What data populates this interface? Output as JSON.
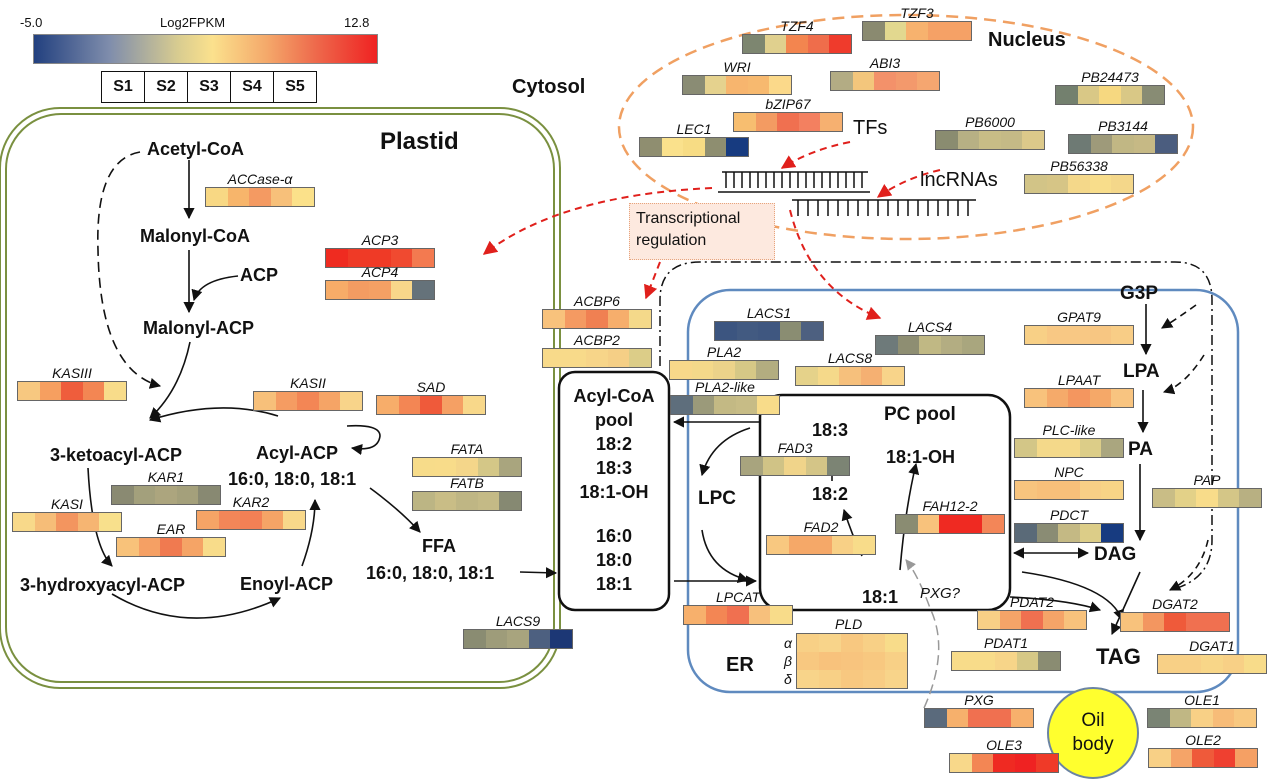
{
  "legend": {
    "min_label": "-5.0",
    "title": "Log2FPKM",
    "max_label": "12.8",
    "samples": [
      "S1",
      "S2",
      "S3",
      "S4",
      "S5"
    ]
  },
  "compartments": {
    "plastid": "Plastid",
    "nucleus": "Nucleus",
    "cytosol": "Cytosol",
    "er": "ER"
  },
  "annotations": {
    "tfs": "TFs",
    "lncrnas": "lncRNAs",
    "transcriptional_regulation": [
      "Transcriptional",
      "regulation"
    ],
    "pxg_q": "PXG?"
  },
  "oil_body": [
    "Oil",
    "body"
  ],
  "metabolites": {
    "acetyl_coa": "Acetyl-CoA",
    "malonyl_coa": "Malonyl-CoA",
    "acp": "ACP",
    "malonyl_acp": "Malonyl-ACP",
    "ketoacyl_acp": "3-ketoacyl-ACP",
    "acyl_acp": "Acyl-ACP",
    "acyl_acp_species": "16:0, 18:0, 18:1",
    "hydroxyacyl_acp": "3-hydroxyacyl-ACP",
    "enoyl_acp": "Enoyl-ACP",
    "ffa": "FFA",
    "ffa_species": "16:0, 18:0, 18:1",
    "acyl_coa_pool": [
      "Acyl-CoA",
      "pool",
      "18:2",
      "18:3",
      "18:1-OH",
      "",
      "16:0",
      "18:0",
      "18:1"
    ],
    "pc_pool": "PC pool",
    "pc_183": "18:3",
    "pc_182": "18:2",
    "pc_181oh": "18:1-OH",
    "pc_181": "18:1",
    "lpc": "LPC",
    "g3p": "G3P",
    "lpa": "LPA",
    "pa": "PA",
    "dag": "DAG",
    "tag": "TAG"
  },
  "colors": {
    "plastid": "#7a9040",
    "nucleus": "#f0a062",
    "er": "#5f8abf",
    "arrow_red": "#e0201c"
  },
  "genes": [
    {
      "name": "TZF4",
      "colors": [
        "#7d8670",
        "#e0d08e",
        "#f3854f",
        "#ef6d4b",
        "#ef3b2c"
      ]
    },
    {
      "name": "TZF3",
      "colors": [
        "#8a8a70",
        "#e2d88f",
        "#f7b26e",
        "#f5a166",
        "#f5a166"
      ]
    },
    {
      "name": "WRI",
      "colors": [
        "#8a8c74",
        "#e5d28e",
        "#f7b56e",
        "#f7b96f",
        "#fbd98a"
      ]
    },
    {
      "name": "ABI3",
      "colors": [
        "#b3ac84",
        "#f3c67c",
        "#f3916a",
        "#f3996c",
        "#f5a670"
      ]
    },
    {
      "name": "PB24473",
      "colors": [
        "#73806e",
        "#d9c886",
        "#f6d880",
        "#d9c886",
        "#888c74"
      ]
    },
    {
      "name": "bZIP67",
      "colors": [
        "#f7be70",
        "#f39b62",
        "#f07050",
        "#f38060",
        "#f6b070"
      ]
    },
    {
      "name": "LEC1",
      "colors": [
        "#8f8e70",
        "#fae18c",
        "#f7dc84",
        "#8e8e70",
        "#173b80"
      ]
    },
    {
      "name": "PB6000",
      "colors": [
        "#8a8c70",
        "#b7b084",
        "#c8bd86",
        "#c5ba86",
        "#dcc98a"
      ]
    },
    {
      "name": "PB3144",
      "colors": [
        "#6e7a74",
        "#9e9a7a",
        "#c1b784",
        "#c6b985",
        "#4b5d7f"
      ]
    },
    {
      "name": "PB56338",
      "colors": [
        "#d2c487",
        "#d6c586",
        "#f4d88a",
        "#f8dd8b",
        "#f4d78a"
      ]
    },
    {
      "name": "ACCase-α",
      "colors": [
        "#f8d884",
        "#f7b56b",
        "#f49a62",
        "#f7c07a",
        "#fbe18a"
      ]
    },
    {
      "name": "ACP3",
      "colors": [
        "#ef2b20",
        "#ef3a26",
        "#ef3a26",
        "#f04a30",
        "#f37a50"
      ]
    },
    {
      "name": "ACP4",
      "colors": [
        "#f7ac68",
        "#f39c62",
        "#f4a064",
        "#f8d78a",
        "#65727a"
      ]
    },
    {
      "name": "KASIII",
      "colors": [
        "#f7c880",
        "#f69f60",
        "#ef5d3c",
        "#f38653",
        "#f8dc8a"
      ]
    },
    {
      "name": "KASII",
      "colors": [
        "#f7c07a",
        "#f59c62",
        "#f38655",
        "#f5a466",
        "#f8d48a"
      ]
    },
    {
      "name": "SAD",
      "colors": [
        "#f7ad6a",
        "#f38654",
        "#ef5a3a",
        "#f5a064",
        "#f8d88a"
      ]
    },
    {
      "name": "KAR1",
      "colors": [
        "#8a8a72",
        "#a3a07c",
        "#aca57e",
        "#a4a07b",
        "#888972"
      ]
    },
    {
      "name": "FATA",
      "colors": [
        "#f7dc8a",
        "#f8dc8a",
        "#f4d68a",
        "#d4c787",
        "#a9a57e"
      ]
    },
    {
      "name": "FATB",
      "colors": [
        "#bcb584",
        "#c9bd86",
        "#bfb684",
        "#c4ba86",
        "#868972"
      ]
    },
    {
      "name": "KASI",
      "colors": [
        "#f8d98a",
        "#f6bd78",
        "#f3955f",
        "#f6b572",
        "#f8e08c"
      ]
    },
    {
      "name": "KAR2",
      "colors": [
        "#f6a466",
        "#f38658",
        "#f38055",
        "#f5a466",
        "#f8d88a"
      ]
    },
    {
      "name": "EAR",
      "colors": [
        "#f8c27a",
        "#f5a064",
        "#f07a50",
        "#f5a466",
        "#f8dc8a"
      ]
    },
    {
      "name": "ACBP6",
      "colors": [
        "#f8c27c",
        "#f49a62",
        "#f08052",
        "#f6ae6c",
        "#f4d98a"
      ]
    },
    {
      "name": "ACBP2",
      "colors": [
        "#f8da8a",
        "#f8da8a",
        "#f7d589",
        "#f5cf86",
        "#dccd88"
      ]
    },
    {
      "name": "LACS1",
      "colors": [
        "#3c5580",
        "#425a81",
        "#3f5780",
        "#8a8d72",
        "#4d6080"
      ]
    },
    {
      "name": "LACS4",
      "colors": [
        "#6e7a7a",
        "#8e8e72",
        "#c0b884",
        "#b3ad82",
        "#a9a67e"
      ]
    },
    {
      "name": "GPAT9",
      "colors": [
        "#f8d086",
        "#f8c884",
        "#f8c884",
        "#f7c682",
        "#f8cd86"
      ]
    },
    {
      "name": "PLA2",
      "colors": [
        "#f8d88a",
        "#f4d98a",
        "#ecd38a",
        "#d6c886",
        "#b3ad80"
      ]
    },
    {
      "name": "LACS8",
      "colors": [
        "#e5d28a",
        "#f5d98a",
        "#f6c07c",
        "#f5b072",
        "#f8d48a"
      ]
    },
    {
      "name": "PLA2-like",
      "colors": [
        "#5e6e7c",
        "#9b9a7a",
        "#c3b984",
        "#c7bc86",
        "#f8dc8a"
      ]
    },
    {
      "name": "LPAAT",
      "colors": [
        "#f8c27c",
        "#f5aa6a",
        "#f4965f",
        "#f5a868",
        "#f8c480"
      ]
    },
    {
      "name": "FAD3",
      "colors": [
        "#a8a47e",
        "#d0c386",
        "#f0d48a",
        "#d4c587",
        "#7c8474"
      ]
    },
    {
      "name": "PLC-like",
      "colors": [
        "#d3c687",
        "#f4d98a",
        "#f4d98a",
        "#dccd88",
        "#aaa67f"
      ]
    },
    {
      "name": "NPC",
      "colors": [
        "#f7c47e",
        "#f7bf7a",
        "#f7bf7a",
        "#f8d086",
        "#f8d486"
      ]
    },
    {
      "name": "PAP",
      "colors": [
        "#c9bd86",
        "#e3d188",
        "#f8dc8a",
        "#d4c687",
        "#b8b082"
      ]
    },
    {
      "name": "FAD2",
      "colors": [
        "#f8c880",
        "#f5a868",
        "#f5a868",
        "#f8d086",
        "#f8dc8a"
      ]
    },
    {
      "name": "FAH12-2",
      "colors": [
        "#8a8c72",
        "#f8c27c",
        "#ef2a22",
        "#ef2a22",
        "#f38658"
      ]
    },
    {
      "name": "PDCT",
      "colors": [
        "#5a6a78",
        "#8a8c74",
        "#c4b984",
        "#dccd88",
        "#173b80"
      ]
    },
    {
      "name": "LPCAT",
      "colors": [
        "#f7b06c",
        "#f38654",
        "#f07050",
        "#f7c07c",
        "#f8dc8a"
      ]
    },
    {
      "name": "PDAT2",
      "colors": [
        "#f8d086",
        "#f5a468",
        "#f07050",
        "#f5a468",
        "#f8c27c"
      ]
    },
    {
      "name": "DGAT2",
      "colors": [
        "#f8c27c",
        "#f39660",
        "#ef5a3a",
        "#f07050",
        "#f07050"
      ]
    },
    {
      "name": "LACS9",
      "colors": [
        "#8a8c72",
        "#9e9c7a",
        "#a8a47e",
        "#4d6080",
        "#1c3775"
      ]
    },
    {
      "name": "PDAT1",
      "colors": [
        "#f8dc8a",
        "#f8dc8a",
        "#f7d589",
        "#d6c886",
        "#8a8c72"
      ]
    },
    {
      "name": "DGAT1",
      "colors": [
        "#f8d086",
        "#f8d086",
        "#f8d688",
        "#f8d086",
        "#f8dc8a"
      ]
    },
    {
      "name": "PXG",
      "colors": [
        "#5a6a7c",
        "#f6b06c",
        "#f07050",
        "#f07050",
        "#f7b06c"
      ]
    },
    {
      "name": "OLE1",
      "colors": [
        "#7a8474",
        "#c0b784",
        "#f8d086",
        "#f7bc78",
        "#f8c880"
      ]
    },
    {
      "name": "OLE3",
      "colors": [
        "#f8d88a",
        "#f38654",
        "#ef2a22",
        "#ef2222",
        "#ef3a28"
      ]
    },
    {
      "name": "OLE2",
      "colors": [
        "#f8d086",
        "#f5a468",
        "#ef5a3a",
        "#ef4030",
        "#f5a064"
      ]
    }
  ],
  "pld": {
    "name": "PLD",
    "row_labels": [
      "α",
      "β",
      "δ"
    ],
    "rows": [
      [
        "#f8d086",
        "#f8d48a",
        "#f8c880",
        "#f8d086",
        "#f8dc8a"
      ],
      [
        "#f8c880",
        "#f8c27c",
        "#f8c47e",
        "#f8c880",
        "#f8d086"
      ],
      [
        "#f8d48a",
        "#f8d086",
        "#f8c880",
        "#f8cc84",
        "#f8d48a"
      ]
    ]
  }
}
